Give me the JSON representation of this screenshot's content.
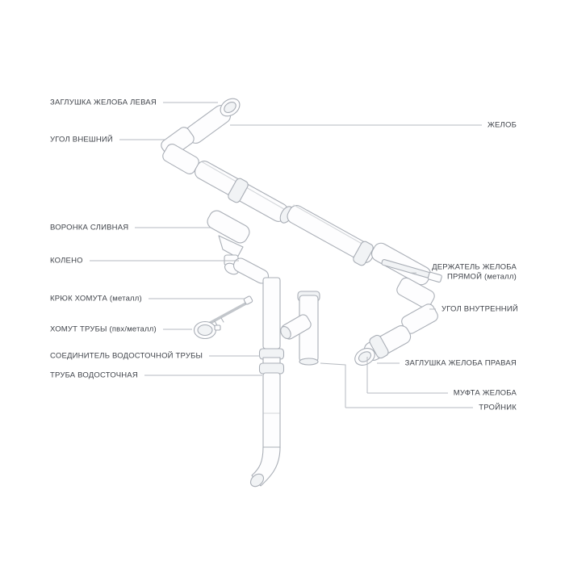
{
  "diagram": {
    "type": "gutter-system-parts-diagram",
    "labels_left": [
      {
        "text": "ЗАГЛУШКА ЖЕЛОБА ЛЕВАЯ"
      },
      {
        "text": "УГОЛ ВНЕШНИЙ"
      },
      {
        "text": "ВОРОНКА СЛИВНАЯ"
      },
      {
        "text": "КОЛЕНО"
      },
      {
        "text": "КРЮК ХОМУТА (металл)"
      },
      {
        "text": "ХОМУТ ТРУБЫ (пвх/металл)"
      },
      {
        "text": "СОЕДИНИТЕЛЬ ВОДОСТОЧНОЙ ТРУБЫ"
      },
      {
        "text": "ТРУБА ВОДОСТОЧНАЯ"
      }
    ],
    "labels_right": [
      {
        "text": "ЖЕЛОБ"
      },
      {
        "text": "ДЕРЖАТЕЛЬ ЖЕЛОБА ПРЯМОЙ (металл)"
      },
      {
        "text": "УГОЛ ВНУТРЕННИЙ"
      },
      {
        "text": "ЗАГЛУШКА ЖЕЛОБА ПРАВАЯ"
      },
      {
        "text": "МУФТА ЖЕЛОБА"
      },
      {
        "text": "ТРОЙНИК"
      }
    ],
    "colors": {
      "background": "#ffffff",
      "art_stroke": "#a9aeb6",
      "leader_line": "#b6bac0",
      "label_text": "#3f434a"
    }
  }
}
